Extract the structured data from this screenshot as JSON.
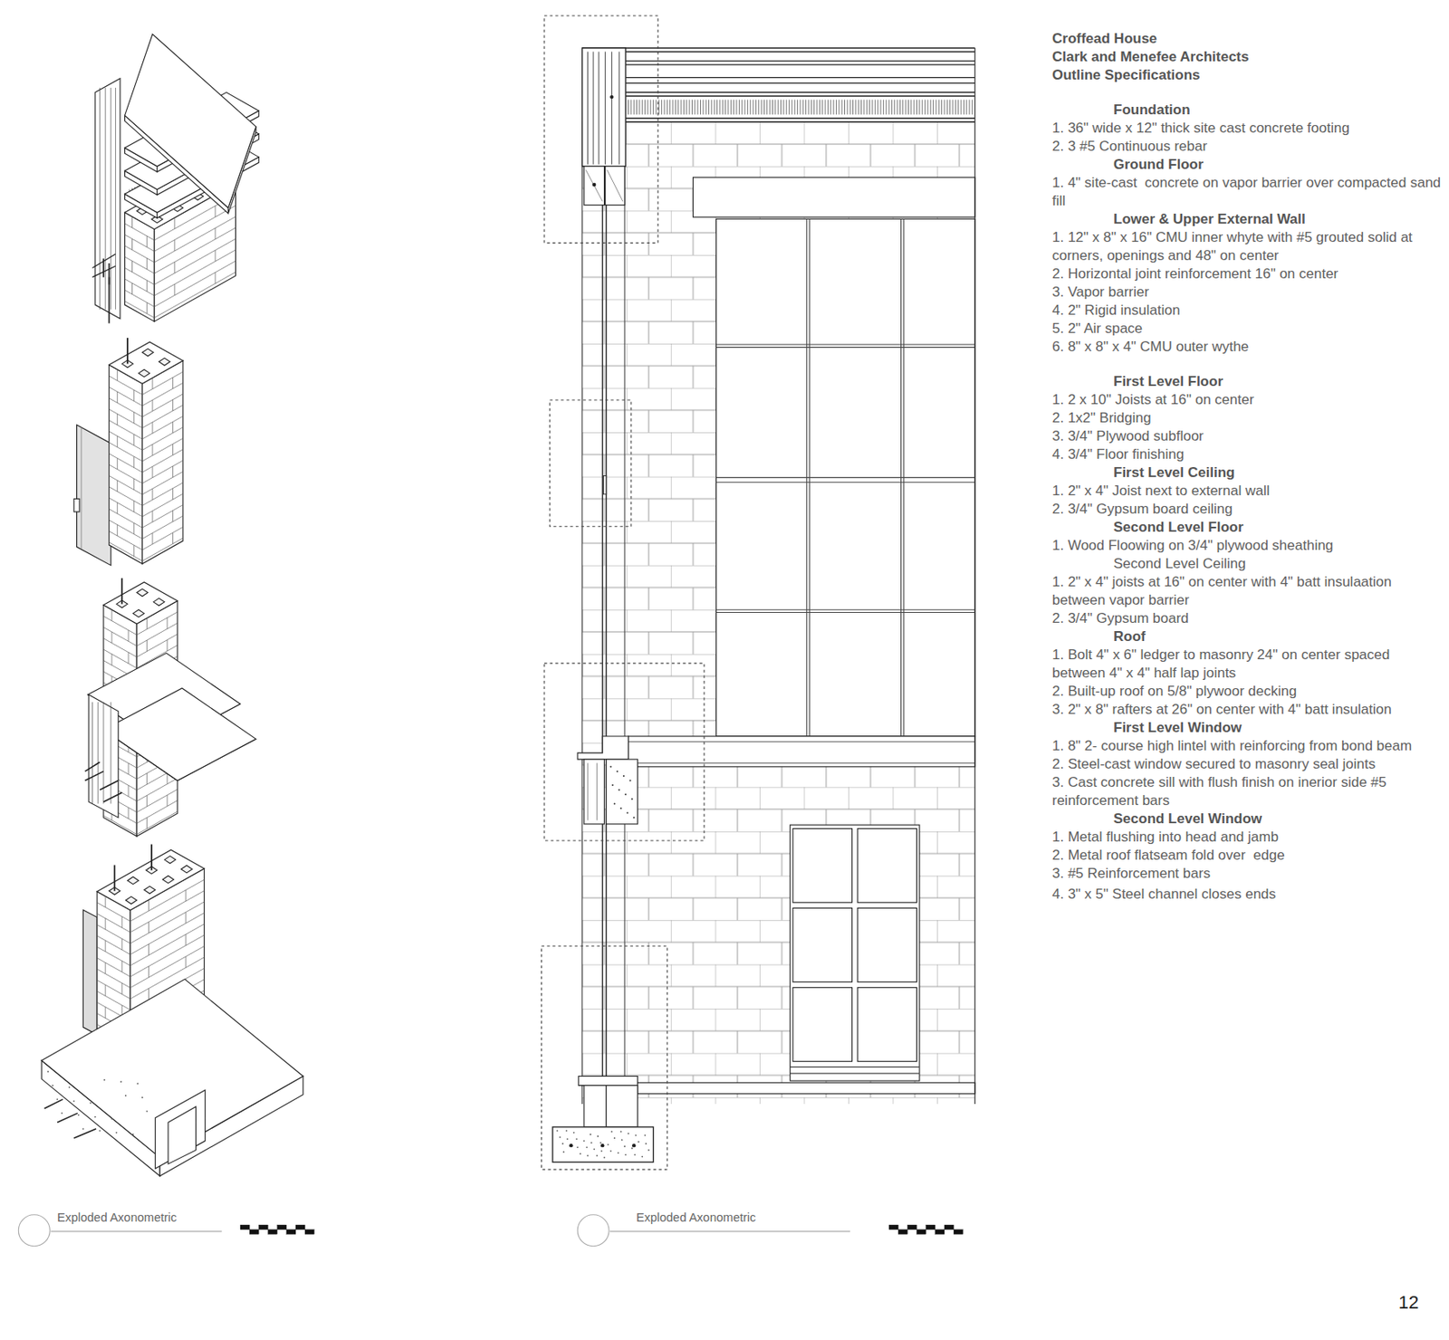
{
  "diagram": {
    "title": "Croffead House",
    "labels": [
      "Clark and Menefee Architects",
      "Outline Specifications",
      "Foundation",
      "1. 36\" wide x 12\" thick site cast concrete footing",
      "2. 3 #5 Continuous rebar",
      "Ground Floor",
      "1. 4\" site-cast  concrete on vapor barrier over compacted sand fill",
      "Lower & Upper External Wall",
      "1. 12\" x 8\" x 16\" CMU inner whyte with #5 grouted solid at corners, openings and 48\" on center",
      "2. Horizontal joint reinforcement 16\" on center",
      "3. Vapor barrier",
      "4. 2\" Rigid insulation",
      "5. 2\" Air space",
      "6. 8\" x 8\" x 4\" CMU outer wythe",
      "First Level Floor",
      "1. 2 x 10\" Joists at 16\" on center",
      "2. 1x2\" Bridging",
      "3. 3/4\" Plywood subfloor",
      "4. 3/4\" Floor finishing",
      "First Level Ceiling",
      "1. 2\" x 4\" Joist next to external wall",
      "2. 3/4\" Gypsum board ceiling",
      "Second Level Floor",
      "1. Wood Floowing on 3/4\" plywood sheathing",
      "Second Level Ceiling",
      "1. 2\" x 4\" joists at 16\" on center with 4\" batt insulaation between vapor barrier",
      "2. 3/4\" Gypsum board",
      "Roof",
      "1. Bolt 4\" x 6\" ledger to masonry 24\" on center spaced between 4\" x 4\" half lap joints",
      "2. Built-up roof on 5/8\" plywoor decking",
      "3. 2\" x 8\" rafters at 26\" on center with 4\" batt insulation",
      "First Level Window",
      "1. 8\" 2- course high lintel with reinforcing from bond beam",
      "2. Steel-cast window secured to masonry seal joints",
      "3. Cast concrete sill with flush finish on inerior side #5 reinforcement bars",
      "Second Level Window",
      "1. Metal flushing into head and jamb",
      "2. Metal roof flatseam fold over  edge",
      "3. #5 Reinforcement bars",
      "4. 3\" x 5\" Steel channel closes ends",
      "Exploded Axonometric",
      "Exploded Axonometric",
      "12"
    ]
  }
}
